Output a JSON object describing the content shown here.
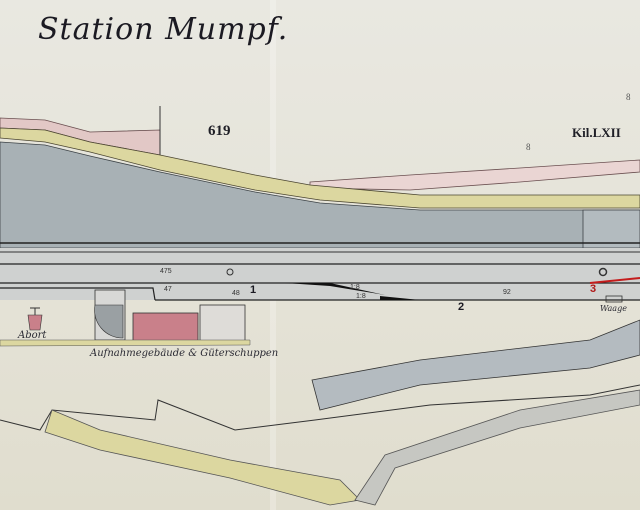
{
  "map": {
    "title": "Station Mumpf.",
    "sheet_number": "619",
    "kilometer_label": "Kil.LXII",
    "marks": [
      "8",
      "8"
    ],
    "labels": {
      "privy": "Abort",
      "buildings": "Aufnahmegebäude & Güterschuppen",
      "scale": "Waage"
    },
    "track_numbers": {
      "left_upper": "475",
      "left_lower": "47",
      "mid_a": "1:8",
      "mid_b": "1:8",
      "mid_c": "92",
      "small_left": "48"
    },
    "signals": [
      {
        "id": "1",
        "color": "#1b1a22"
      },
      {
        "id": "2",
        "color": "#1b1a22"
      },
      {
        "id": "3",
        "color": "#b01818"
      }
    ],
    "colors": {
      "paper": "#e6e4da",
      "river": "#a8b1b5",
      "embankment": "#dcd7a0",
      "road_pink": "#e2c8c6",
      "building": "#c9808a",
      "track_area": "#cfd1d0",
      "red_line": "#c41c1c"
    }
  }
}
